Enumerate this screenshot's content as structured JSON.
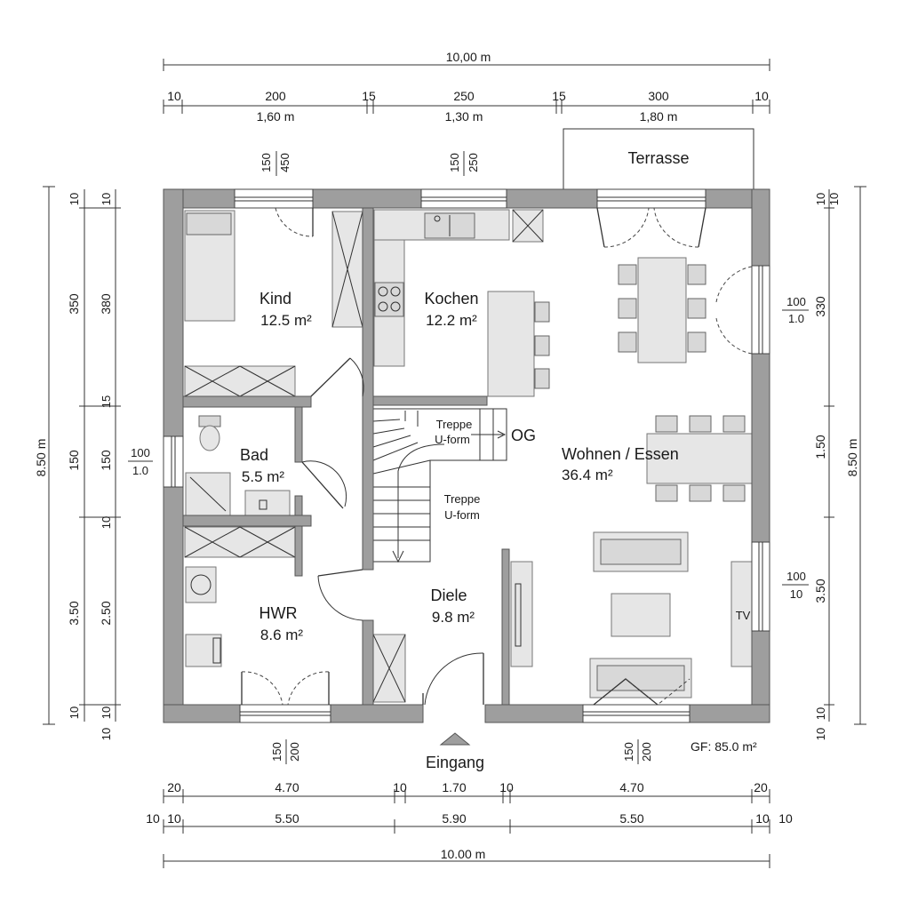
{
  "dimensions": {
    "top_total": "10,00 m",
    "top_segments": [
      "10",
      "200",
      "15",
      "250",
      "15",
      "300",
      "10"
    ],
    "top_meters": [
      "1,60 m",
      "1,30 m",
      "1,80 m"
    ],
    "win_top_left": [
      "150",
      "450"
    ],
    "win_top_mid": [
      "150",
      "250"
    ],
    "left_total": "8.50 m",
    "left_outer": [
      "350",
      "150",
      "3.50"
    ],
    "left_inner": [
      "380",
      "150",
      "2.50"
    ],
    "left_small": [
      "10",
      "10",
      "15",
      "10",
      "10",
      "10",
      "10"
    ],
    "left_window": [
      "100",
      "1.0"
    ],
    "right_total": "8.50 m",
    "right_inner": [
      "330",
      "1.50",
      "3.50"
    ],
    "right_small": [
      "10",
      "10",
      "10",
      "10"
    ],
    "right_window_top": [
      "100",
      "1.0"
    ],
    "right_window_bottom": [
      "100",
      "10"
    ],
    "bottom_win_left": [
      "150",
      "200"
    ],
    "bottom_win_right": [
      "150",
      "200"
    ],
    "bottom_row1": [
      "20",
      "4.70",
      "10",
      "1.70",
      "10",
      "4.70",
      "20"
    ],
    "bottom_row2": [
      "10",
      "10",
      "5.50",
      "5.90",
      "5.50",
      "10",
      "10"
    ],
    "bottom_total": "10.00 m"
  },
  "rooms": {
    "kind": {
      "name": "Kind",
      "area": "12.5 m²"
    },
    "kochen": {
      "name": "Kochen",
      "area": "12.2 m²"
    },
    "bad": {
      "name": "Bad",
      "area": "5.5 m²"
    },
    "wohnen": {
      "name": "Wohnen / Essen",
      "area": "36.4 m²"
    },
    "hwr": {
      "name": "HWR",
      "area": "8.6 m²"
    },
    "diele": {
      "name": "Diele",
      "area": "9.8 m²"
    }
  },
  "labels": {
    "terrasse": "Terrasse",
    "treppe_upper": [
      "Treppe",
      "U-form"
    ],
    "og": "OG",
    "treppe_lower": [
      "Treppe",
      "U-form"
    ],
    "tv": "TV",
    "eingang": "Eingang",
    "gf": "GF: 85.0 m²"
  },
  "colors": {
    "wall": "#9e9e9e",
    "furniture": "#d8d8d8"
  }
}
